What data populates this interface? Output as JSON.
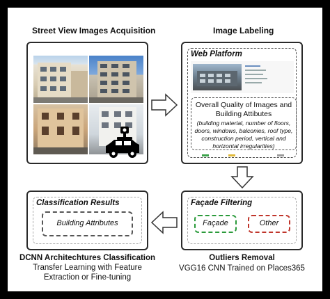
{
  "sections": {
    "acquisition": {
      "title": "Street View Images Acquisition"
    },
    "labeling": {
      "title": "Image Labeling",
      "platform_title": "Web Platform",
      "quality_line1": "Overall Quality of Images and",
      "quality_line2": "Building Attibutes",
      "attr_line1": "(building material, number of floors,",
      "attr_line2": "doors, windows, balconies, roof type,",
      "attr_line3": "construction period, vertical and",
      "attr_line4": "horizontal irregularities)"
    },
    "filtering": {
      "title": "Façade Filtering",
      "facade_label": "Façade",
      "other_label": "Other",
      "caption_title": "Outliers Removal",
      "caption_sub": "VGG16 CNN Trained on Places365"
    },
    "classification": {
      "title": "Classification Results",
      "attributes_label": "Building Attributes",
      "caption_title": "DCNN Architechtures Classification",
      "caption_sub1": "Transfer Learning with Feature",
      "caption_sub2": "Extraction or Fine-tuning"
    }
  },
  "colors": {
    "background": "#000000",
    "panel_border": "#2a2a2a",
    "facade_dash": "#2a9a3a",
    "other_dash": "#c0352b",
    "arrow_fill": "#ffffff",
    "arrow_stroke": "#333333"
  },
  "icons": [
    "street-view-car-icon",
    "right-arrow-icon",
    "down-arrow-icon",
    "left-arrow-icon"
  ]
}
